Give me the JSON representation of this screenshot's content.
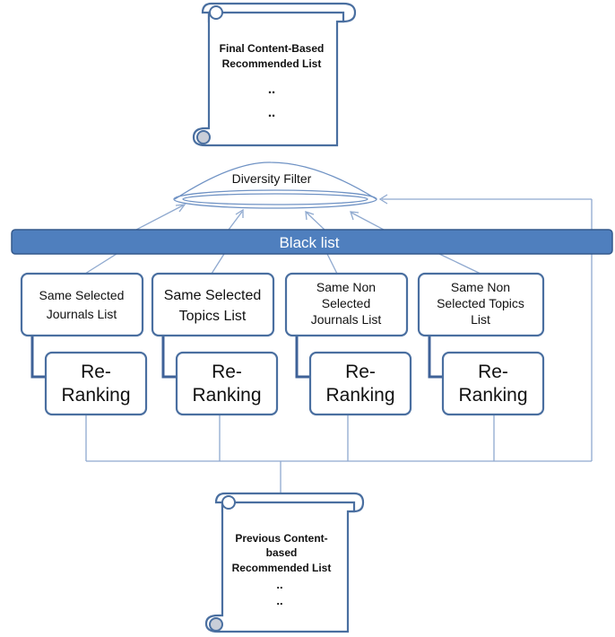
{
  "final_list": {
    "line1": "Final Content-Based",
    "line2": "Recommended List",
    "dots1": "..",
    "dots2": ".."
  },
  "diversity_filter": {
    "label": "Diversity Filter"
  },
  "black_list": {
    "label": "Black list"
  },
  "lists": [
    {
      "lines": [
        "Same Selected",
        "Journals List"
      ]
    },
    {
      "lines": [
        "Same Selected",
        "Topics List"
      ]
    },
    {
      "lines": [
        "Same Non",
        "Selected",
        "Journals List"
      ]
    },
    {
      "lines": [
        "Same Non",
        "Selected Topics",
        "List"
      ]
    }
  ],
  "reranking": {
    "line1": "Re-",
    "line2": "Ranking"
  },
  "previous_list": {
    "line1": "Previous Content-",
    "line2": "based",
    "line3": "Recommended List",
    "dots1": "..",
    "dots2": ".."
  },
  "colors": {
    "outline": "#4a6fa0",
    "connector": "#8fa9cf",
    "blacklist_fill": "#4f7fbe"
  }
}
